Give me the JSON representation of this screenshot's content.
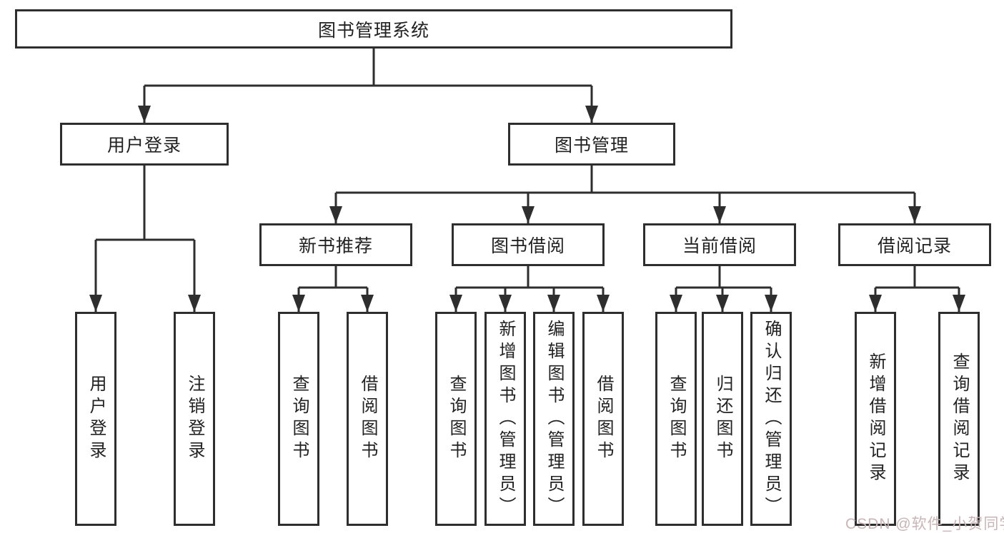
{
  "diagram_title": "图书管理系统",
  "nodes": {
    "root": "图书管理系统",
    "user_login": "用户登录",
    "book_mgmt": "图书管理",
    "new_book": "新书推荐",
    "book_borrow": "图书借阅",
    "current_borrow": "当前借阅",
    "borrow_record": "借阅记录",
    "leaf_user_login": "用户登录",
    "leaf_logout": "注销登录",
    "leaf_query_books_1": "查询图书",
    "leaf_borrow_books_1": "借阅图书",
    "leaf_query_books_2": "查询图书",
    "leaf_add_book_admin": "新增图书（管理员）",
    "leaf_edit_book_admin": "编辑图书（管理员）",
    "leaf_borrow_books_2": "借阅图书",
    "leaf_query_books_3": "查询图书",
    "leaf_return_books": "归还图书",
    "leaf_confirm_return_admin": "确认归还（管理员）",
    "leaf_add_borrow_record": "新增借阅记录",
    "leaf_query_borrow_record": "查询借阅记录"
  },
  "watermark": "CSDN @软件_小贺同学",
  "colors": {
    "line": "#2e2e2e",
    "text": "#222222",
    "watermark": "#c9b4b6",
    "background": "#ffffff"
  }
}
